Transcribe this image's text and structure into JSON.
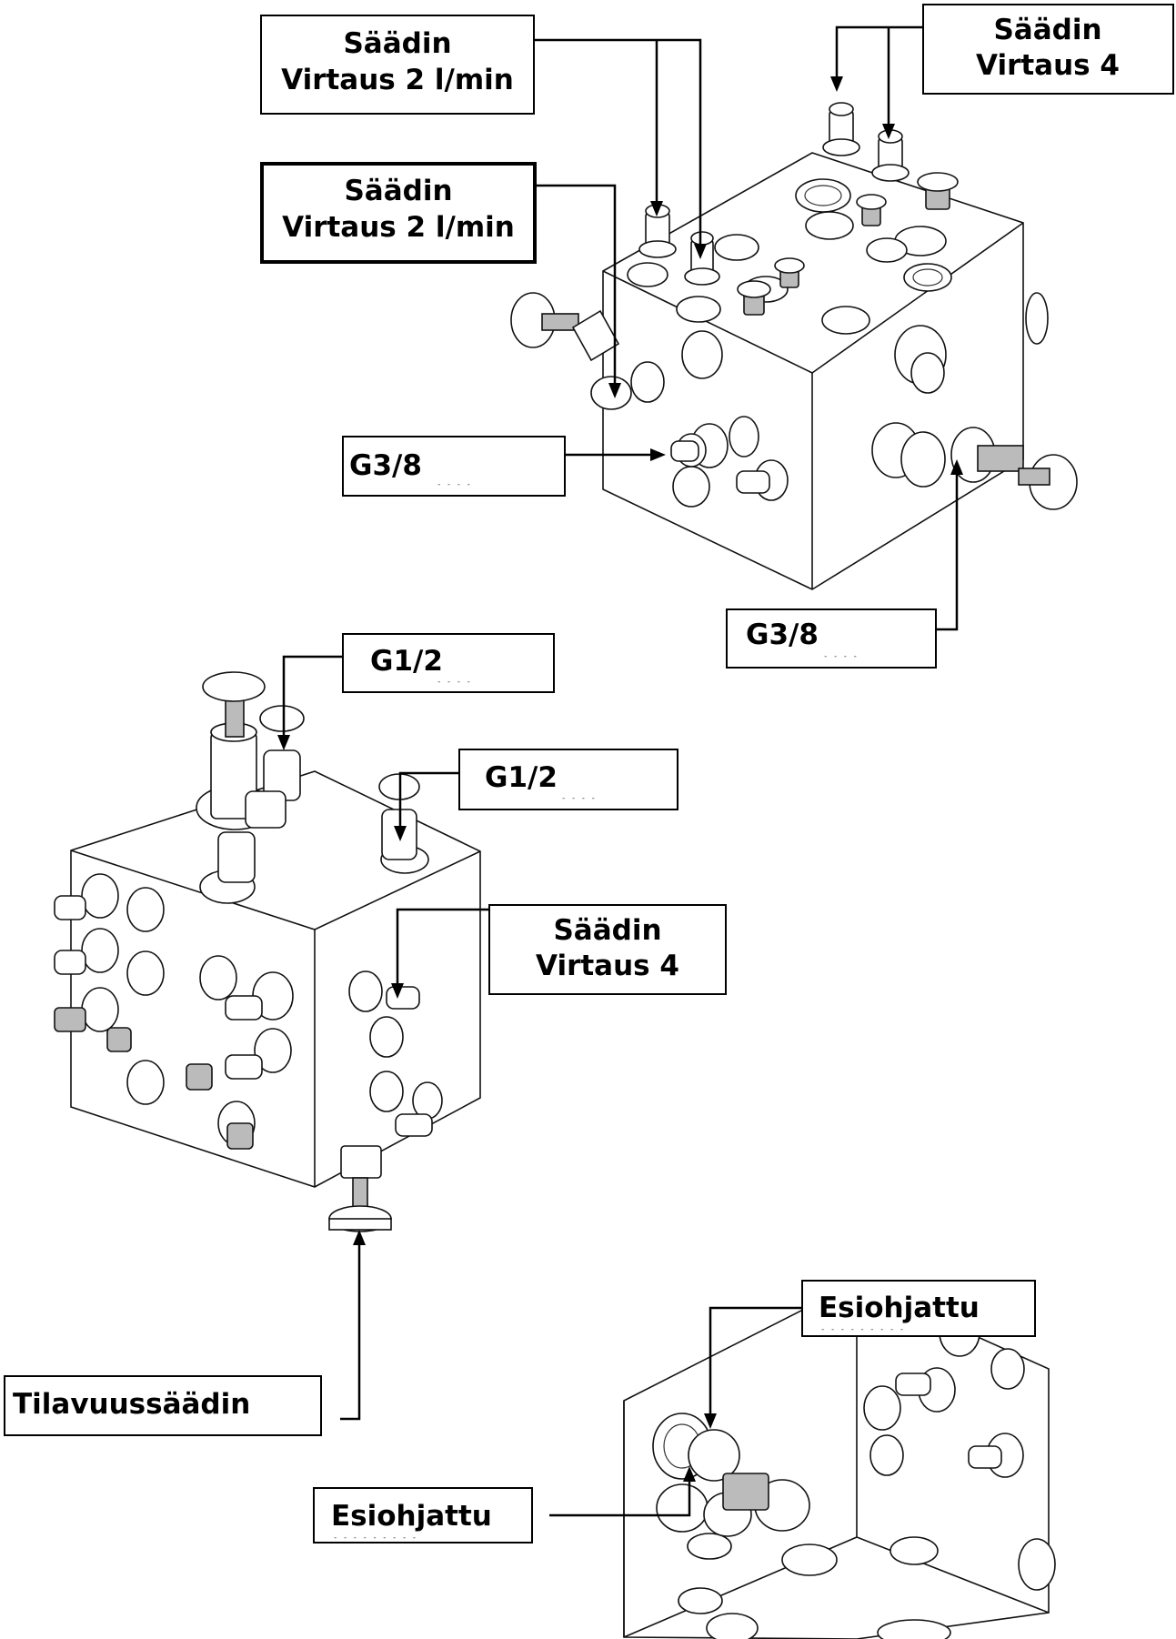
{
  "labels": {
    "top_left_1_line1": "Säädin",
    "top_left_1_line2": "Virtaus 2 l/min",
    "top_left_2_line1": "Säädin",
    "top_left_2_line2": "Virtaus 2 l/min",
    "top_right_line1": "Säädin",
    "top_right_line2": "Virtaus 4",
    "port_g38_left": "G3/8",
    "port_g38_right": "G3/8",
    "port_g12_upper": "G1/2",
    "port_g12_lower": "G1/2",
    "mid_right_line1": "Säädin",
    "mid_right_line2": "Virtaus 4",
    "volume_regulator": "Tilavuussäädin",
    "pilot_upper": "Esiohjattu",
    "pilot_lower": "Esiohjattu"
  }
}
